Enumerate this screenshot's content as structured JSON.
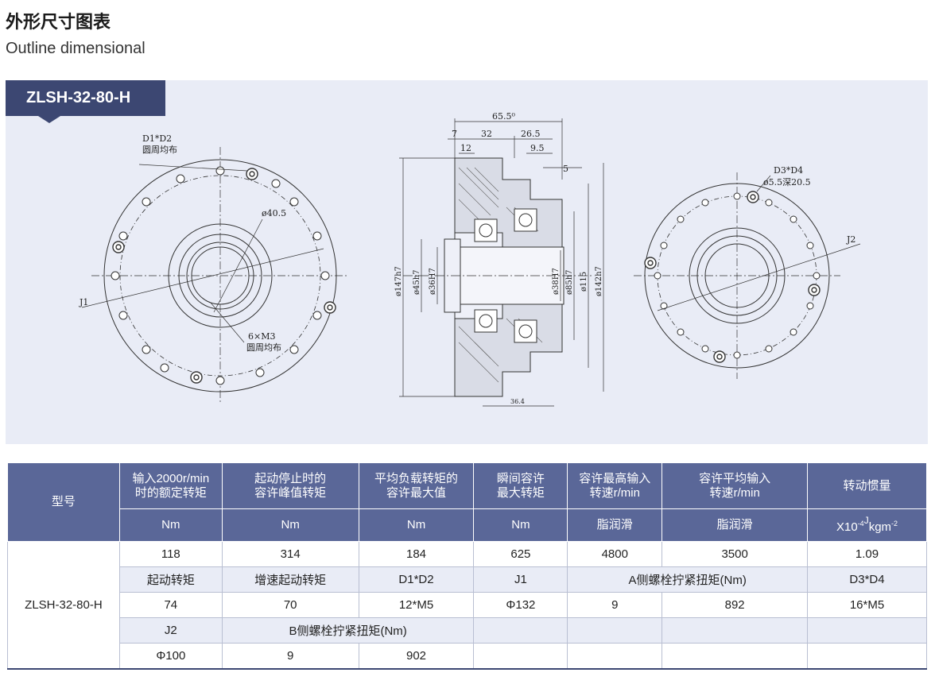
{
  "header": {
    "title_cn": "外形尺寸图表",
    "title_en": "Outline dimensional"
  },
  "model_tab": "ZLSH-32-80-H",
  "drawing": {
    "left_view": {
      "d1d2": "D1*D2",
      "d1d2_note": "圆周均布",
      "phi40": "ø40.5",
      "j1": "J1",
      "m3": "6×M3",
      "m3_note": "圆周均布"
    },
    "section": {
      "dim_65": "65.5⁰",
      "dim_7": "7",
      "dim_32": "32",
      "dim_26": "26.5",
      "dim_12": "12",
      "dim_9": "9.5",
      "dim_5": "5",
      "phi147": "ø147h7",
      "phi45": "ø45h7",
      "phi36": "ø36H7",
      "phi38": "ø38H7",
      "phi85": "ø85h7",
      "phi115": "ø115",
      "phi142": "ø142h7",
      "dim_36": "36.4"
    },
    "right_view": {
      "d3d4": "D3*D4",
      "depth": "ø5.5深20.5",
      "j2": "J2"
    }
  },
  "table": {
    "header": {
      "model": "型号",
      "c1": [
        "输入2000r/min",
        "时的额定转矩"
      ],
      "c2": [
        "起动停止时的",
        "容许峰值转矩"
      ],
      "c3": [
        "平均负载转矩的",
        "容许最大值"
      ],
      "c4": [
        "瞬间容许",
        "最大转矩"
      ],
      "c5": [
        "容许最高输入",
        "转速r/min"
      ],
      "c6": [
        "容许平均输入",
        "转速r/min"
      ],
      "c7": "转动惯量"
    },
    "units": {
      "u1": "Nm",
      "u2": "Nm",
      "u3": "Nm",
      "u4": "Nm",
      "u5": "脂润滑",
      "u6": "脂润滑",
      "u7a": "X10",
      "u7b": "-4",
      "u7c": "J",
      "u7d": "kgm",
      "u7e": "-2"
    },
    "model": "ZLSH-32-80-H",
    "row1": [
      "118",
      "314",
      "184",
      "625",
      "4800",
      "3500",
      "1.09"
    ],
    "row2": [
      "起动转矩",
      "增速起动转矩",
      "D1*D2",
      "J1",
      "A侧螺栓拧紧扭矩(Nm)",
      "D3*D4"
    ],
    "row3": [
      "74",
      "70",
      "12*M5",
      "Φ132",
      "9",
      "892",
      "16*M5"
    ],
    "row4": [
      "J2",
      "B侧螺栓拧紧扭矩(Nm)"
    ],
    "row5": [
      "Φ100",
      "9",
      "902"
    ]
  },
  "colors": {
    "header_bg": "#5a6798",
    "tab_bg": "#3c4772",
    "panel_bg": "#e9ecf6"
  }
}
